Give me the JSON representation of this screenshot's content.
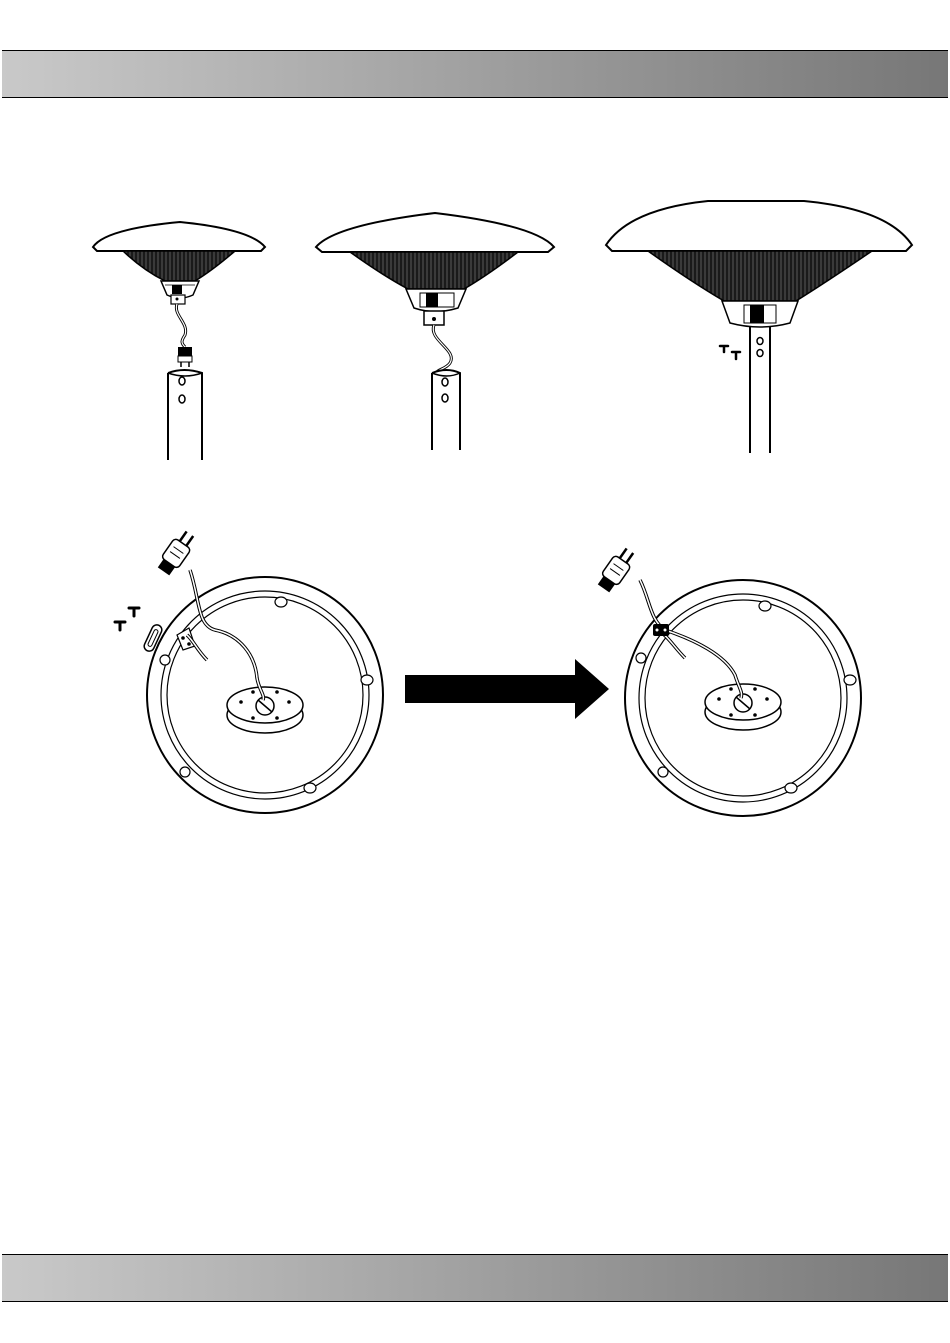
{
  "document": {
    "header_band": {
      "color_start": "#c9c9c9",
      "color_end": "#777777"
    },
    "footer_band": {
      "color_start": "#c9c9c9",
      "color_end": "#777777"
    }
  },
  "illustrations": {
    "step_1": {
      "subject": "heater-head-with-plug-above-pole"
    },
    "step_2": {
      "subject": "heater-head-lowered-onto-pole"
    },
    "step_3": {
      "subject": "heater-head-fixed-on-pole-with-screws"
    },
    "base_before": {
      "subject": "base-plate-with-cable-clamp-and-screws"
    },
    "base_after": {
      "subject": "base-plate-with-cable-clamped"
    },
    "arrow": {
      "color": "#000000",
      "direction": "right"
    }
  }
}
